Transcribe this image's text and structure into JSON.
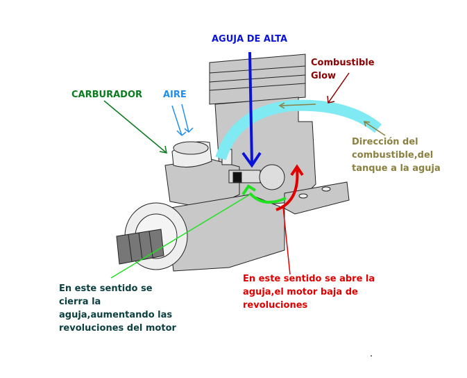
{
  "labels": {
    "aguja_alta": "AGUJA DE ALTA",
    "combustible": [
      "Combustible",
      "Glow"
    ],
    "carburador": "CARBURADOR",
    "aire": "AIRE",
    "direccion": [
      "Dirección del",
      "combustible,del",
      "tanque a la aguja"
    ],
    "cierra": [
      "En este sentido se",
      "cierra la",
      "aguja,aumentando las",
      "revoluciones del motor"
    ],
    "abre": [
      "En este sentido se abre la",
      "aguja,el motor baja de",
      "revoluciones"
    ],
    "dot": "."
  },
  "colors": {
    "aguja": "#0a14d8",
    "combustible": "#8b0000",
    "carburador": "#0a7a1e",
    "aire": "#1e8ff0",
    "direccion": "#8a8040",
    "cierra": "#0c4040",
    "abre": "#e00000",
    "fuel": "#80eaf2",
    "engine": "#c8c8c8"
  }
}
